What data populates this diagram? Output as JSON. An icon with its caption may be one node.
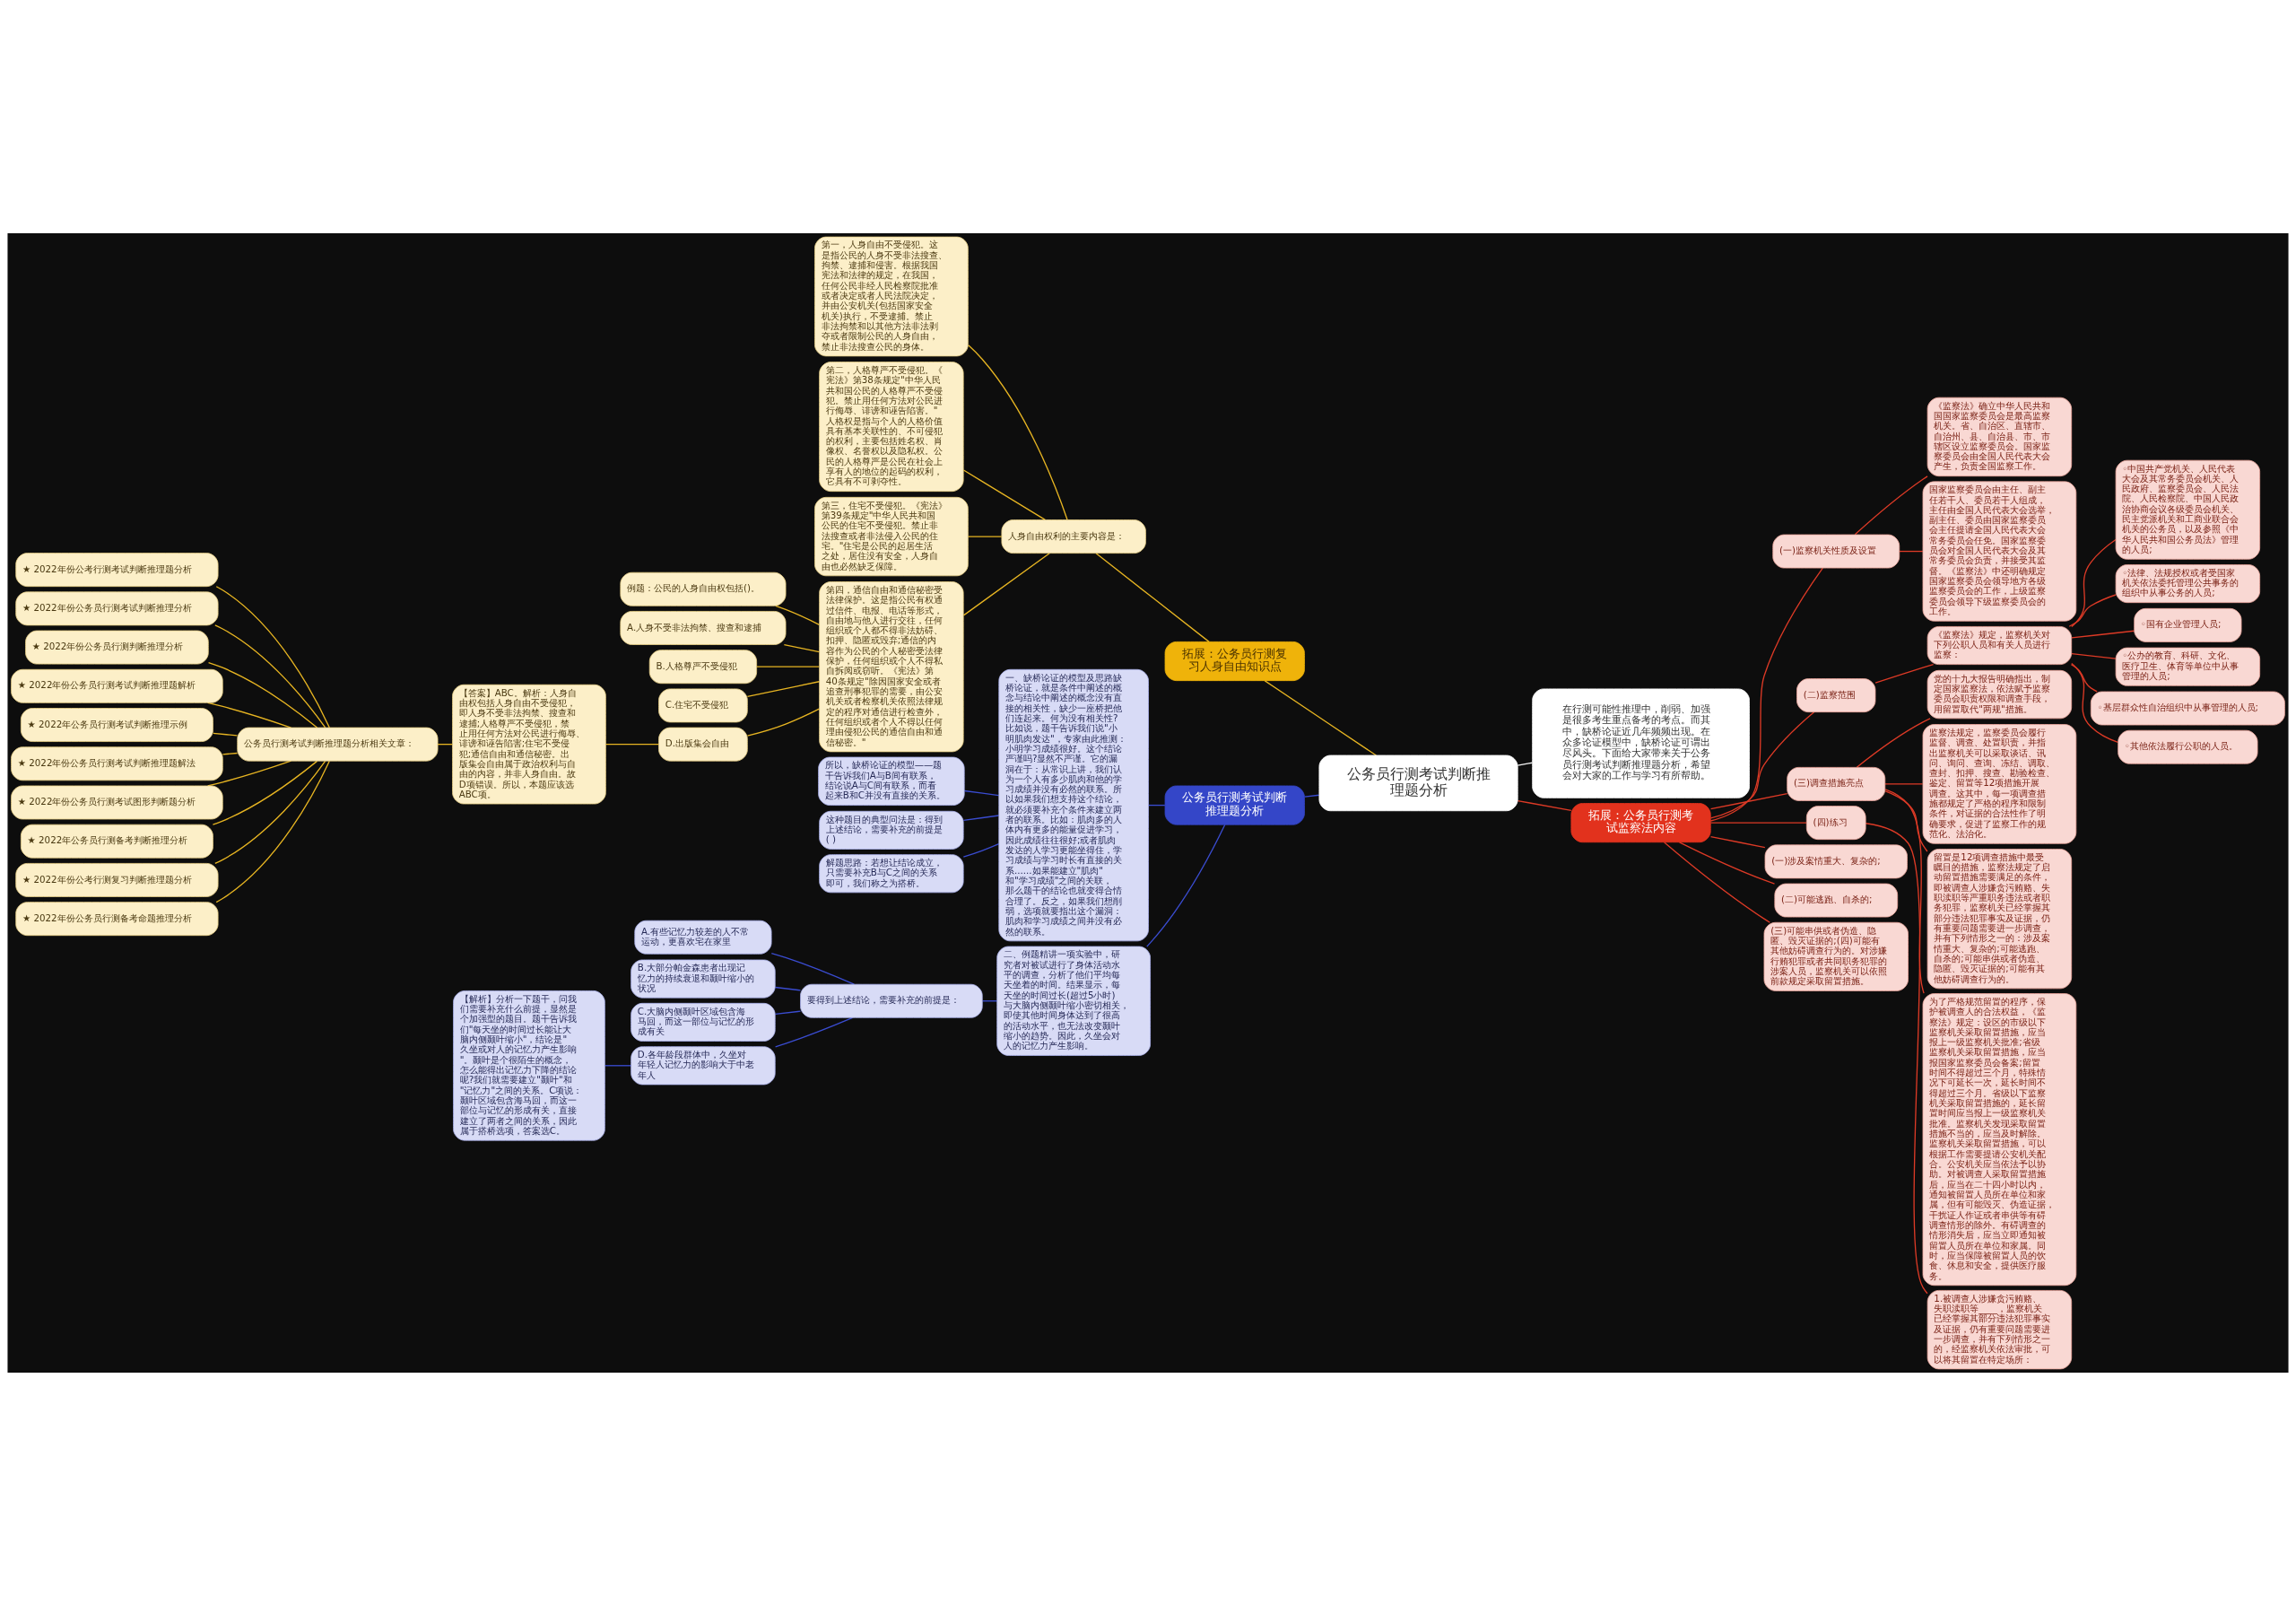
{
  "diagram": {
    "nodes": [
      {
        "text": [
          "公务员行测考试判断推理题分析"
        ]
      },
      {
        "text": [
          "在行测可能性推理中，削弱、加强是很多考生重点备考的考点。而其中，缺桥论证近几年频频出现。在众多论证模型中，缺桥论证可谓出尽风头。下面给大家带来关于公务员行测考试判断推理题分析，希望会对大家的工作与学习有所帮助。"
        ]
      },
      {
        "text": [
          "公务员行测考试判断推理题分析"
        ]
      },
      {
        "text": [
          "一、缺桥论证的模型及思路缺桥论证，就是条件中阐述的概念与结论中阐述的概念没有直接的相关性，缺少一座桥把他们连起来。何为没有相关性?比如说，题干告诉我们说\"小明肌肉发达\"，专家由此推测：小明学习成绩很好。这个结论严谨吗?显然不严谨。它的漏洞在于：从常识上讲，我们认为一个人有多少肌肉和他的学习成绩并没有必然的联系。所以如果我们想支持这个结论，就必须要补充个条件来建立两者的联系。比如：肌肉多的人体内有更多的能量促进学习，因此成绩往往很好;或者肌肉发达的人学习更能坐得住，学习成绩与学习时长有直接的关系......如果能建立\"肌肉\"和\"学习成绩\"之间的关联，那么题干的结论也就变得合情合理了。反之，如果我们想削弱，选项就要指出这个漏洞：肌肉和学习成绩之间并没有必然的联系。"
        ]
      },
      {
        "text": [
          "所以，缺桥论证的模型——题干告诉我们A与B间有联系，结论说A与C间有联系，而看起来B和C并没有直接的关系。"
        ]
      },
      {
        "text": [
          "这种题目的典型问法是：得到上述结论，需要补充的前提是( )"
        ]
      },
      {
        "text": [
          "解题思路：若想让结论成立，只需要补充B与C之间的关系即可，我们称之为搭桥。"
        ]
      },
      {
        "text": [
          "二、例题精讲一项实验中，研究者对被试进行了身体活动水平的调查，分析了他们平均每天坐着的时间。结果显示，每天坐的时间过长(超过5小时)与大脑内侧颞叶缩小密切相关，即使其他时间身体达到了很高的活动水平，也无法改变颞叶缩小的趋势。因此，久坐会对人的记忆力产生影响。"
        ]
      },
      {
        "text": [
          "要得到上述结论，需要补充的前提是："
        ]
      },
      {
        "text": [
          "A.有些记忆力较差的人不常运动，更喜欢宅在家里"
        ]
      },
      {
        "text": [
          "B.大部分帕金森患者出现记忆力的持续衰退和颞叶缩小的状况"
        ]
      },
      {
        "text": [
          "C.大脑内侧颞叶区域包含海马回，而这一部位与记忆的形成有关"
        ]
      },
      {
        "text": [
          "D.各年龄段群体中，久坐对年轻人记忆力的影响大于中老年人"
        ]
      },
      {
        "text": [
          "【解析】分析一下题干，问我们需要补充什么前提，显然是个加强型的题目。题干告诉我们\"每天坐的时间过长能让大脑内侧颞叶缩小\"，结论是\"久坐或对人的记忆力产生影响\"。颞叶是个很陌生的概念，怎么能得出记忆力下降的结论呢?我们就需要建立\"颞叶\"和\"记忆力\"之间的关系。C项说：颞叶区域包含海马回，而这一部位与记忆的形成有关，直接建立了两者之间的关系，因此属于搭桥选项，答案选C。"
        ]
      },
      {
        "text": [
          "拓展：公务员行测复习人身自由知识点"
        ]
      },
      {
        "text": [
          "人身自由权利的主要内容是："
        ]
      },
      {
        "text": [
          "第一，人身自由不受侵犯。这是指公民的人身不受非法搜查、拘禁、逮捕和侵害。根据我国宪法和法律的规定，在我国，任何公民非经人民检察院批准或者决定或者人民法院决定，并由公安机关(包括国家安全机关)执行，不受逮捕。禁止非法拘禁和以其他方法非法剥夺或者限制公民的人身自由，禁止非法搜查公民的身体。"
        ]
      },
      {
        "text": [
          "第二，人格尊严不受侵犯。《宪法》第38条规定\"中华人民共和国公民的人格尊严不受侵犯。禁止用任何方法对公民进行侮辱、诽谤和诬告陷害。\"人格权是指与个人的人格价值具有基本关联性的、不可侵犯的权利，主要包括姓名权、肖像权、名誉权以及隐私权。公民的人格尊严是公民在社会上享有人的地位的起码的权利，它具有不可剥夺性。"
        ]
      },
      {
        "text": [
          "第三，住宅不受侵犯。《宪法》第39条规定\"中华人民共和国公民的住宅不受侵犯。禁止非法搜查或者非法侵入公民的住宅。\"住宅是公民的起居生活之处，居住没有安全，人身自由也必然缺乏保障。"
        ]
      },
      {
        "text": [
          "第四，通信自由和通信秘密受法律保护。这是指公民有权通过信件、电报、电话等形式，自由地与他人进行交往，任何组织或个人都不得非法妨碍、扣押、隐匿或毁弃;通信的内容作为公民的个人秘密受法律保护，任何组织或个人不得私自拆阅或窃听。《宪法》第40条规定\"除因国家安全或者追查刑事犯罪的需要，由公安机关或者检察机关依照法律规定的程序对通信进行检查外，任何组织或者个人不得以任何理由侵犯公民的通信自由和通信秘密。\""
        ]
      },
      {
        "text": [
          "例题：公民的人身自由权包括()。"
        ]
      },
      {
        "text": [
          "A.人身不受非法拘禁、搜查和逮捕"
        ]
      },
      {
        "text": [
          "B.人格尊严不受侵犯"
        ]
      },
      {
        "text": [
          "C.住宅不受侵犯"
        ]
      },
      {
        "text": [
          "D.出版集会自由"
        ]
      },
      {
        "text": [
          "【答案】ABC。解析：人身自由权包括人身自由不受侵犯，即人身不受非法拘禁、搜查和逮捕;人格尊严不受侵犯，禁止用任何方法对公民进行侮辱、诽谤和诬告陷害;住宅不受侵犯;通信自由和通信秘密。出版集会自由属于政治权利与自由的内容，并非人身自由。故D项错误。所以，本题应该选ABC项。"
        ]
      },
      {
        "text": [
          "公务员行测考试判断推理题分析相关文章："
        ]
      },
      {
        "text": [
          "★ 2022年份公考行测考试判断推理题分析"
        ]
      },
      {
        "text": [
          "★ 2022年份公务员行测考试判断推理分析"
        ]
      },
      {
        "text": [
          "★ 2022年份公务员行测判断推理分析"
        ]
      },
      {
        "text": [
          "★ 2022年份公务员行测考试判断推理题解析"
        ]
      },
      {
        "text": [
          "★ 2022年公务员行测考试判断推理示例"
        ]
      },
      {
        "text": [
          "★ 2022年份公务员行测考试判断推理题解法"
        ]
      },
      {
        "text": [
          "★ 2022年份公务员行测考试图形判断题分析"
        ]
      },
      {
        "text": [
          "★ 2022年公务员行测备考判断推理分析"
        ]
      },
      {
        "text": [
          "★ 2022年份公考行测复习判断推理题分析"
        ]
      },
      {
        "text": [
          "★ 2022年份公务员行测备考命题推理分析"
        ]
      },
      {
        "text": [
          "拓展：公务员行测考试监察法内容"
        ]
      },
      {
        "text": [
          "(一)监察机关性质及设置"
        ]
      },
      {
        "text": [
          "《监察法》确立中华人民共和国国家监察委员会是最高监察机关。省、自治区、直辖市、自治州、县、自治县、市、市辖区设立监察委员会。国家监察委员会由全国人民代表大会产生，负责全国监察工作。"
        ]
      },
      {
        "text": [
          "国家监察委员会由主任、副主任若干人、委员若干人组成，主任由全国人民代表大会选举，副主任、委员由国家监察委员会主任提请全国人民代表大会常务委员会任免。国家监察委员会对全国人民代表大会及其常务委员会负责，并接受其监督。《监察法》中还明确规定国家监察委员会领导地方各级监察委员会的工作，上级监察委员会领导下级监察委员会的工作。"
        ]
      },
      {
        "text": [
          "(二)监察范围"
        ]
      },
      {
        "text": [
          "《监察法》规定，监察机关对下列公职人员和有关人员进行监察："
        ]
      },
      {
        "text": [
          "◦中国共产党机关、人民代表大会及其常务委员会机关、人民政府、监察委员会、人民法院、人民检察院、中国人民政治协商会议各级委员会机关、民主党派机关和工商业联合会机关的公务员，以及参照《中华人民共和国公务员法》管理的人员;"
        ]
      },
      {
        "text": [
          "◦法律、法规授权或者受国家机关依法委托管理公共事务的组织中从事公务的人员;"
        ]
      },
      {
        "text": [
          "◦国有企业管理人员;"
        ]
      },
      {
        "text": [
          "◦公办的教育、科研、文化、医疗卫生、体育等单位中从事管理的人员;"
        ]
      },
      {
        "text": [
          "◦基层群众性自治组织中从事管理的人员;"
        ]
      },
      {
        "text": [
          "◦其他依法履行公职的人员。"
        ]
      },
      {
        "text": [
          "(三)调查措施亮点"
        ]
      },
      {
        "text": [
          "党的十九大报告明确指出，制定国家监察法，依法赋予监察委员会职责权限和调查手段，用留置取代\"两规\"措施。"
        ]
      },
      {
        "text": [
          "监察法规定，监察委员会履行监督、调查、处置职责，并指出监察机关可以采取谈话、讯问、询问、查询、冻结、调取、查封、扣押、搜查、勘验检查、鉴定、留置等12项措施开展调查。这其中，每一项调查措施都规定了严格的程序和限制条件，对证据的合法性作了明确要求，促进了监察工作的规范化、法治化。"
        ]
      },
      {
        "text": [
          "留置是12项调查措施中最受瞩目的措施，监察法规定了启动留置措施需要满足的条件，即被调查人涉嫌贪污贿赂、失职渎职等严重职务违法或者职务犯罪，监察机关已经掌握其部分违法犯罪事实及证据，仍有重要问题需要进一步调查，并有下列情形之一的：涉及案情重大、复杂的;可能逃跑、自杀的;可能串供或者伪造、隐匿、毁灭证据的;可能有其他妨碍调查行为的。"
        ]
      },
      {
        "text": [
          "为了严格规范留置的程序，保护被调查人的合法权益，《监察法》规定：设区的市级以下监察机关采取留置措施，应当报上一级监察机关批准;省级监察机关采取留置措施，应当报国家监察委员会备案;留置时间不得超过三个月，特殊情况下可延长一次，延长时间不得超过三个月。省级以下监察机关采取留置措施的，延长留置时间应当报上一级监察机关批准。监察机关发现采取留置措施不当的，应当及时解除。监察机关采取留置措施，可以根据工作需要提请公安机关配合。公安机关应当依法予以协助。对被调查人采取留置措施后，应当在二十四小时以内，通知被留置人员所在单位和家属，但有可能毁灭、伪造证据，干扰证人作证或者串供等有碍调查情形的除外。有碍调查的情形消失后，应当立即通知被留置人员所在单位和家属。同时，应当保障被留置人员的饮食、休息和安全，提供医疗服务。"
        ]
      },
      {
        "text": [
          "(四)练习"
        ]
      },
      {
        "text": [
          "1.被调查人涉嫌贪污贿赂、失职渎职等____，监察机关已经掌握其部分违法犯罪事实及证据，仍有重要问题需要进一步调查，并有下列情形之一的，经监察机关依法审批，可以将其留置在特定场所："
        ]
      },
      {
        "text": [
          "(一)涉及案情重大、复杂的;"
        ]
      },
      {
        "text": [
          "(二)可能逃跑、自杀的;"
        ]
      },
      {
        "text": [
          "(三)可能串供或者伪造、隐匿、毁灭证据的;(四)可能有其他妨碍调查行为的。对涉嫌行贿犯罪或者共同职务犯罪的涉案人员，监察机关可以依照前款规定采取留置措施。"
        ]
      }
    ],
    "edges": [
      {
        "from": 2,
        "to": 1,
        "arrow": "none",
        "color": "#f2f2f2"
      },
      {
        "from": 2,
        "to": 0,
        "arrow": "none",
        "color": "#3a4cd0"
      },
      {
        "from": 0,
        "to": 3,
        "arrow": "none",
        "color": "#3a4cd0"
      },
      {
        "from": 3,
        "to": 4,
        "arrow": "none",
        "color": "#3a4cd0"
      },
      {
        "from": 3,
        "to": 5,
        "arrow": "none",
        "color": "#3a4cd0"
      },
      {
        "from": 3,
        "to": 6,
        "arrow": "none",
        "color": "#3a4cd0"
      },
      {
        "from": 0,
        "to": 7,
        "arrow": "none",
        "color": "#3a4cd0"
      },
      {
        "from": 7,
        "to": 8,
        "arrow": "none",
        "color": "#3a4cd0"
      },
      {
        "from": 8,
        "to": 9,
        "arrow": "none",
        "color": "#3a4cd0"
      },
      {
        "from": 8,
        "to": 10,
        "arrow": "none",
        "color": "#3a4cd0"
      },
      {
        "from": 8,
        "to": 11,
        "arrow": "none",
        "color": "#3a4cd0"
      },
      {
        "from": 8,
        "to": 12,
        "arrow": "none",
        "color": "#3a4cd0"
      },
      {
        "from": 12,
        "to": 13,
        "arrow": "none",
        "color": "#3a4cd0"
      },
      {
        "from": 2,
        "to": 14,
        "arrow": "none",
        "color": "#e6b422"
      },
      {
        "from": 14,
        "to": 15,
        "arrow": "none",
        "color": "#e6b422"
      },
      {
        "from": 15,
        "to": 16,
        "arrow": "none",
        "color": "#e6b422"
      },
      {
        "from": 15,
        "to": 17,
        "arrow": "none",
        "color": "#e6b422"
      },
      {
        "from": 15,
        "to": 18,
        "arrow": "none",
        "color": "#e6b422"
      },
      {
        "from": 15,
        "to": 19,
        "arrow": "none",
        "color": "#e6b422"
      },
      {
        "from": 19,
        "to": 20,
        "arrow": "none",
        "color": "#e6b422"
      },
      {
        "from": 19,
        "to": 21,
        "arrow": "none",
        "color": "#e6b422"
      },
      {
        "from": 19,
        "to": 22,
        "arrow": "none",
        "color": "#e6b422"
      },
      {
        "from": 19,
        "to": 23,
        "arrow": "none",
        "color": "#e6b422"
      },
      {
        "from": 19,
        "to": 24,
        "arrow": "none",
        "color": "#e6b422"
      },
      {
        "from": 24,
        "to": 25,
        "arrow": "none",
        "color": "#e6b422"
      },
      {
        "from": 25,
        "to": 26,
        "arrow": "none",
        "color": "#e6b422"
      },
      {
        "from": 26,
        "to": 27,
        "arrow": "none",
        "color": "#e6b422"
      },
      {
        "from": 26,
        "to": 28,
        "arrow": "none",
        "color": "#e6b422"
      },
      {
        "from": 26,
        "to": 29,
        "arrow": "none",
        "color": "#e6b422"
      },
      {
        "from": 26,
        "to": 30,
        "arrow": "none",
        "color": "#e6b422"
      },
      {
        "from": 26,
        "to": 31,
        "arrow": "none",
        "color": "#e6b422"
      },
      {
        "from": 26,
        "to": 32,
        "arrow": "none",
        "color": "#e6b422"
      },
      {
        "from": 26,
        "to": 33,
        "arrow": "none",
        "color": "#e6b422"
      },
      {
        "from": 26,
        "to": 34,
        "arrow": "none",
        "color": "#e6b422"
      },
      {
        "from": 26,
        "to": 35,
        "arrow": "none",
        "color": "#e6b422"
      },
      {
        "from": 26,
        "to": 36,
        "arrow": "none",
        "color": "#e6b422"
      },
      {
        "from": 2,
        "to": 37,
        "arrow": "none",
        "color": "#dc3a26"
      },
      {
        "from": 37,
        "to": 38,
        "arrow": "none",
        "color": "#dc3a26"
      },
      {
        "from": 38,
        "to": 39,
        "arrow": "none",
        "color": "#dc3a26"
      },
      {
        "from": 38,
        "to": 40,
        "arrow": "none",
        "color": "#dc3a26"
      },
      {
        "from": 37,
        "to": 41,
        "arrow": "none",
        "color": "#dc3a26"
      },
      {
        "from": 41,
        "to": 42,
        "arrow": "none",
        "color": "#dc3a26"
      },
      {
        "from": 42,
        "to": 43,
        "arrow": "none",
        "color": "#dc3a26"
      },
      {
        "from": 42,
        "to": 44,
        "arrow": "none",
        "color": "#dc3a26"
      },
      {
        "from": 42,
        "to": 45,
        "arrow": "none",
        "color": "#dc3a26"
      },
      {
        "from": 42,
        "to": 46,
        "arrow": "none",
        "color": "#dc3a26"
      },
      {
        "from": 42,
        "to": 47,
        "arrow": "none",
        "color": "#dc3a26"
      },
      {
        "from": 42,
        "to": 48,
        "arrow": "none",
        "color": "#dc3a26"
      },
      {
        "from": 37,
        "to": 49,
        "arrow": "none",
        "color": "#dc3a26"
      },
      {
        "from": 49,
        "to": 50,
        "arrow": "none",
        "color": "#dc3a26"
      },
      {
        "from": 49,
        "to": 51,
        "arrow": "none",
        "color": "#dc3a26"
      },
      {
        "from": 49,
        "to": 52,
        "arrow": "none",
        "color": "#dc3a26"
      },
      {
        "from": 49,
        "to": 53,
        "arrow": "none",
        "color": "#dc3a26"
      },
      {
        "from": 37,
        "to": 54,
        "arrow": "none",
        "color": "#dc3a26"
      },
      {
        "from": 54,
        "to": 55,
        "arrow": "none",
        "color": "#dc3a26"
      },
      {
        "from": 37,
        "to": 56,
        "arrow": "none",
        "color": "#dc3a26"
      },
      {
        "from": 37,
        "to": 57,
        "arrow": "none",
        "color": "#dc3a26"
      },
      {
        "from": 37,
        "to": 58,
        "arrow": "none",
        "color": "#dc3a26"
      }
    ]
  }
}
